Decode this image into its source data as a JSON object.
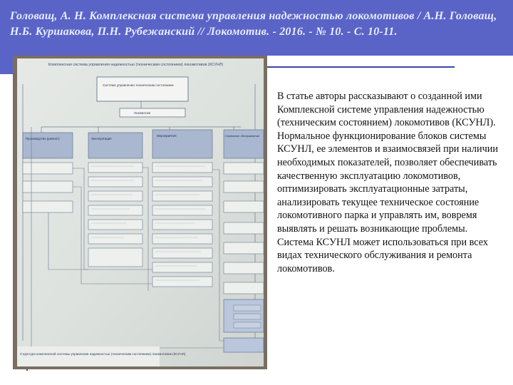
{
  "header": {
    "title": "Головащ, А. Н. Комплексная система управления надежностью локомотивов / А.Н. Головащ, Н.Б. Куршакова, П.Н. Рубежанский // Локомотив. - 2016. - № 10. - С. 10-11."
  },
  "photo": {
    "heading": "Комплексная система управления надежностью (техническим состоянием) локомотивов (КСУНЛ)",
    "top_box": "Система управления техническим состоянием",
    "row2_box": "Локомотив",
    "col1_header": "Производство (ремонт)",
    "col2_header": "Эксплуатация",
    "col3_header": "Мероприятия",
    "col4_header": "Сервисное обслуживание",
    "caption": "Структура комплексной системы управления надежностью (техническим состоянием) локомотивов (КСУНЛ)"
  },
  "article": {
    "text": "В статье авторы рассказывают о созданной ими Комплексной системе управления надежностью (техническим состоянием) локомотивов (КСУНЛ). Нормальное функционирование блоков системы КСУНЛ, ее элементов и взаимосвязей при наличии необходимых показателей, позволяет обеспечивать качественную эксплуатацию локомотивов, оптимизировать эксплуатационные затраты, анализировать текущее техническое состояние локомотивного парка и управлять им, вовремя выявлять и решать возникающие проблемы. Система КСУНЛ может использоваться при всех видах технического обслуживания и ремонта локомотивов."
  },
  "colors": {
    "title_band": "#5a63c6",
    "accent_line": "#3c46a6",
    "title_text": "#e8ecff"
  }
}
